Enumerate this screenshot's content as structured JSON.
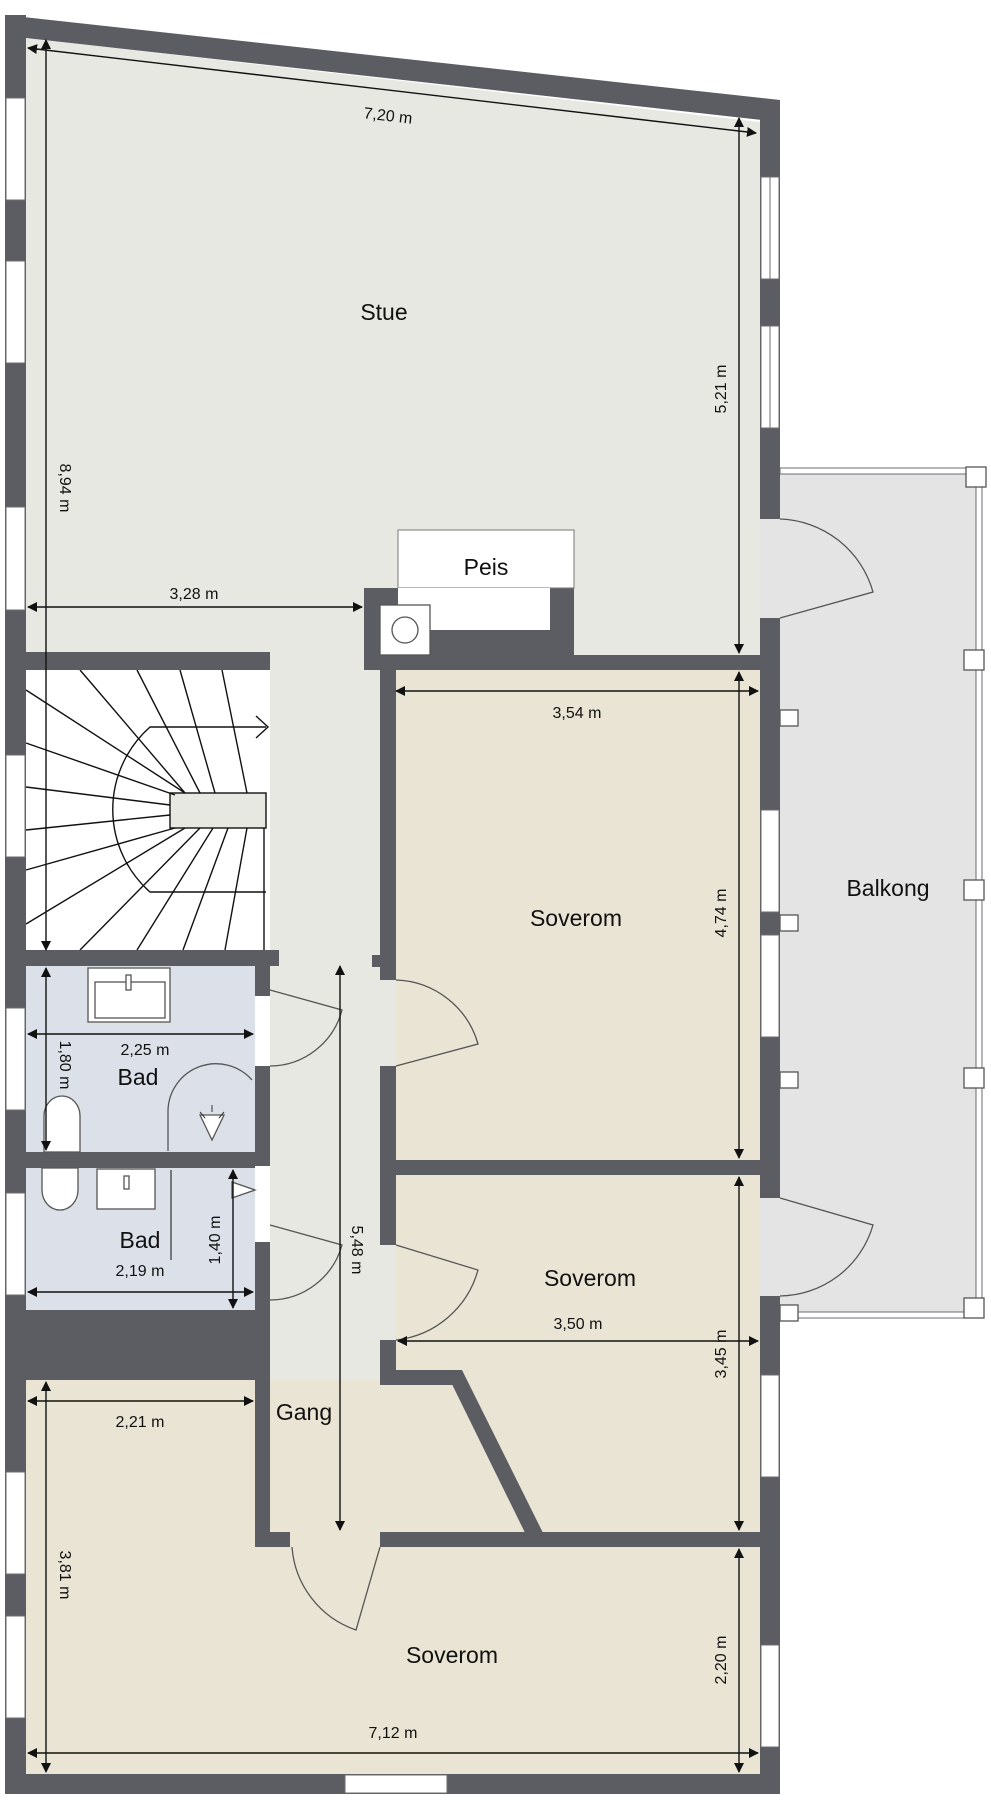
{
  "colors": {
    "wall": "#5c5d62",
    "floor_living": "#e8e8e2",
    "floor_bedroom": "#e9e4d3",
    "floor_bath": "#dce1e9",
    "floor_balcony": "#e4e4e4",
    "window": "#ffffff"
  },
  "rooms": [
    {
      "id": "stue",
      "label": "Stue"
    },
    {
      "id": "peis",
      "label": "Peis"
    },
    {
      "id": "soverom_mid",
      "label": "Soverom"
    },
    {
      "id": "soverom_2",
      "label": "Soverom"
    },
    {
      "id": "soverom_bottom",
      "label": "Soverom"
    },
    {
      "id": "bad_1",
      "label": "Bad"
    },
    {
      "id": "bad_2",
      "label": "Bad"
    },
    {
      "id": "gang",
      "label": "Gang"
    },
    {
      "id": "balkong",
      "label": "Balkong"
    }
  ],
  "dimensions": {
    "stue_width": "7,20 m",
    "stue_height_left": "8,94 m",
    "stue_height_right": "5,21 m",
    "stue_to_chimney": "3,28 m",
    "soverom_mid_width": "3,54 m",
    "soverom_mid_height": "4,74 m",
    "bad_1_width": "2,25 m",
    "bad_1_height": "1,80 m",
    "bad_2_width": "2,19 m",
    "bad_2_height": "1,40 m",
    "gang_length": "5,48 m",
    "soverom_2_width": "3,50 m",
    "soverom_2_height": "3,45 m",
    "soverom_bottom_left_width": "2,21 m",
    "soverom_bottom_left_height": "3,81 m",
    "soverom_bottom_right_height": "2,20 m",
    "soverom_bottom_width": "7,12 m"
  }
}
